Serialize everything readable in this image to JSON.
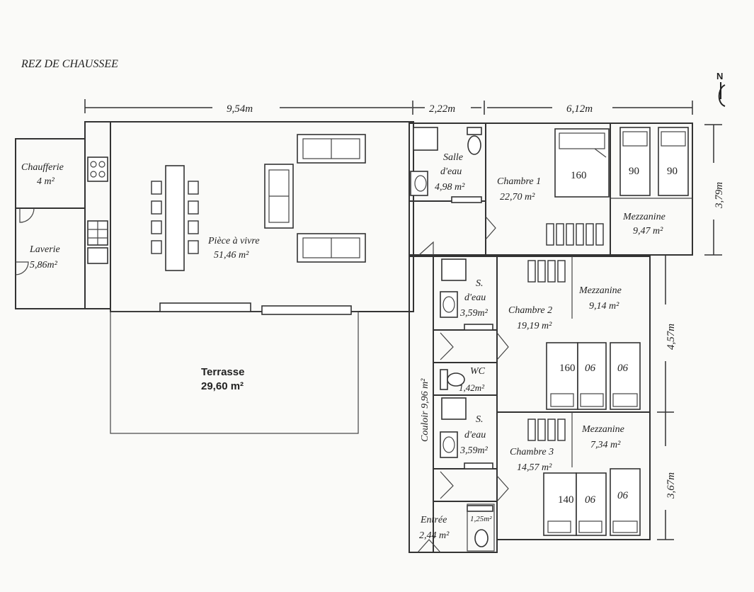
{
  "title": "REZ DE CHAUSSEE",
  "north": "N",
  "dimensions": {
    "d1": "9,54m",
    "d2": "2,22m",
    "d3": "6,12m",
    "d4": "3,79m",
    "d5": "4,57m",
    "d6": "3,67m"
  },
  "rooms": {
    "chaufferie_name": "Chaufferie",
    "chaufferie_area": "4 m²",
    "laverie_name": "Laverie",
    "laverie_area": "5,86m²",
    "piece_name": "Pièce à vivre",
    "piece_area": "51,46 m²",
    "terrasse_name": "Terrasse",
    "terrasse_area": "29,60 m²",
    "salle_name1": "Salle",
    "salle_name2": "d'eau",
    "salle_area": "4,98 m²",
    "ch1_name": "Chambre 1",
    "ch1_area": "22,70 m²",
    "mez1_name": "Mezzanine",
    "mez1_area": "9,47 m²",
    "sdeau1_name1": "S.",
    "sdeau1_name2": "d'eau",
    "sdeau1_area": "3,59m²",
    "ch2_name": "Chambre 2",
    "ch2_area": "19,19 m²",
    "mez2_name": "Mezzanine",
    "mez2_area": "9,14 m²",
    "wc_name": "WC",
    "wc_area": "1,42m²",
    "couloir": "Couloir 9,96 m²",
    "sdeau2_name1": "S.",
    "sdeau2_name2": "d'eau",
    "sdeau2_area": "3,59m²",
    "ch3_name": "Chambre 3",
    "ch3_area": "14,57 m²",
    "mez3_name": "Mezzanine",
    "mez3_area": "7,34 m²",
    "entree_name": "Entrée",
    "entree_area": "2,44 m²",
    "small_area": "1,25m²"
  },
  "beds": {
    "b160": "160",
    "b90a": "90",
    "b90b": "90",
    "b2_160": "160",
    "b2_06a": "06",
    "b2_06b": "06",
    "b3_140": "140",
    "b3_06a": "06",
    "b3_06b": "06"
  }
}
